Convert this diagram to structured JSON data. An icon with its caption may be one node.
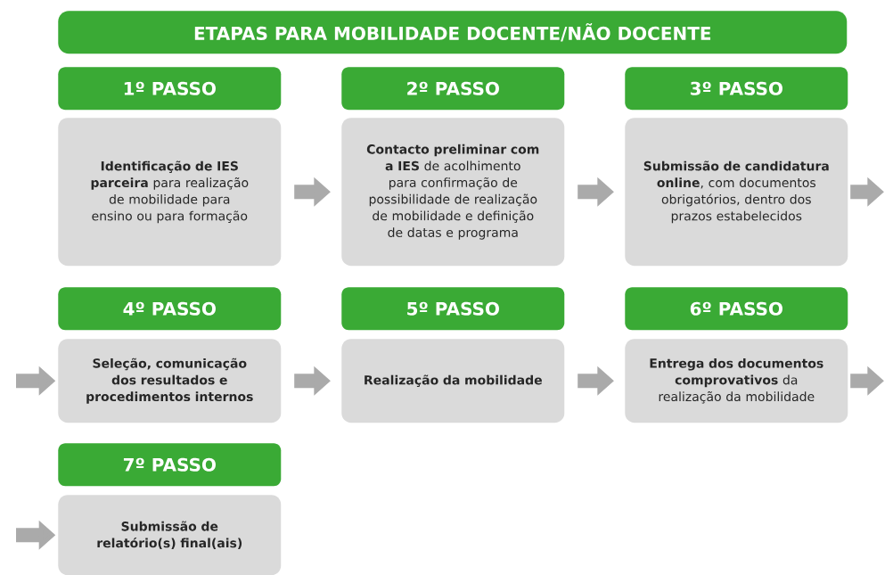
{
  "diagram": {
    "title": "ETAPAS PARA MOBILIDADE DOCENTE/NÃO DOCENTE",
    "nodes": [
      {
        "text": [
          "1º PASSO"
        ]
      },
      {
        "text": [
          "**Identificação de IES parceira** para realização de mobilidade para ensino ou para formação"
        ]
      },
      {
        "text": [
          "2º PASSO"
        ]
      },
      {
        "text": [
          "**Contacto preliminar com a IES** de acolhimento para confirmação de possibilidade de realização de mobilidade e definição de datas e programa"
        ]
      },
      {
        "text": [
          "3º PASSO"
        ]
      },
      {
        "text": [
          "**Submissão de candidatura online**, com documentos obrigatórios, dentro dos prazos estabelecidos"
        ]
      },
      {
        "text": [
          "4º PASSO"
        ]
      },
      {
        "text": [
          "Seleção, comunicação dos resultados e procedimentos internos"
        ]
      },
      {
        "text": [
          "5º PASSO"
        ]
      },
      {
        "text": [
          "Realização da mobilidade"
        ]
      },
      {
        "text": [
          "6º PASSO"
        ]
      },
      {
        "text": [
          "**Entrega dos documentos comprovativos** da realização da mobilidade"
        ]
      },
      {
        "text": [
          "7º PASSO"
        ]
      },
      {
        "text": [
          "Submissão de relatório(s) final(ais)"
        ]
      }
    ],
    "edges": [
      {
        "from": 1,
        "to": 3,
        "arrow": "to"
      },
      {
        "from": 3,
        "to": 5,
        "arrow": "to"
      },
      {
        "from": 5,
        "to": null,
        "arrow": "to"
      },
      {
        "from": null,
        "to": 7,
        "arrow": "to"
      },
      {
        "from": 7,
        "to": 9,
        "arrow": "to"
      },
      {
        "from": 9,
        "to": 11,
        "arrow": "to"
      },
      {
        "from": 11,
        "to": null,
        "arrow": "to"
      },
      {
        "from": null,
        "to": 13,
        "arrow": "to"
      }
    ]
  }
}
